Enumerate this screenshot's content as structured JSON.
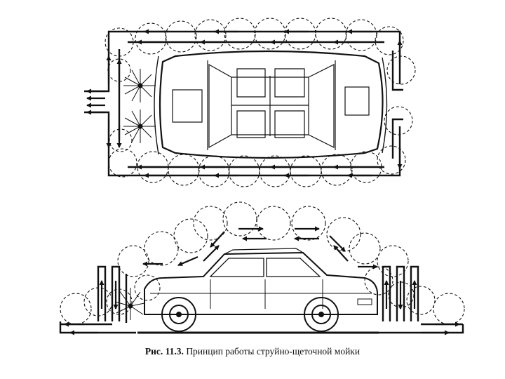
{
  "figure": {
    "label": "Рис. 11.3.",
    "caption": "Принцип работы струйно-щеточной мойки"
  },
  "views": {
    "top": {
      "brushes": 24,
      "nozzle_fans": 2
    },
    "side": {
      "brushes": 18,
      "nozzle_fans": 1
    }
  },
  "colors": {
    "ink": "#111111",
    "paper": "#ffffff"
  }
}
